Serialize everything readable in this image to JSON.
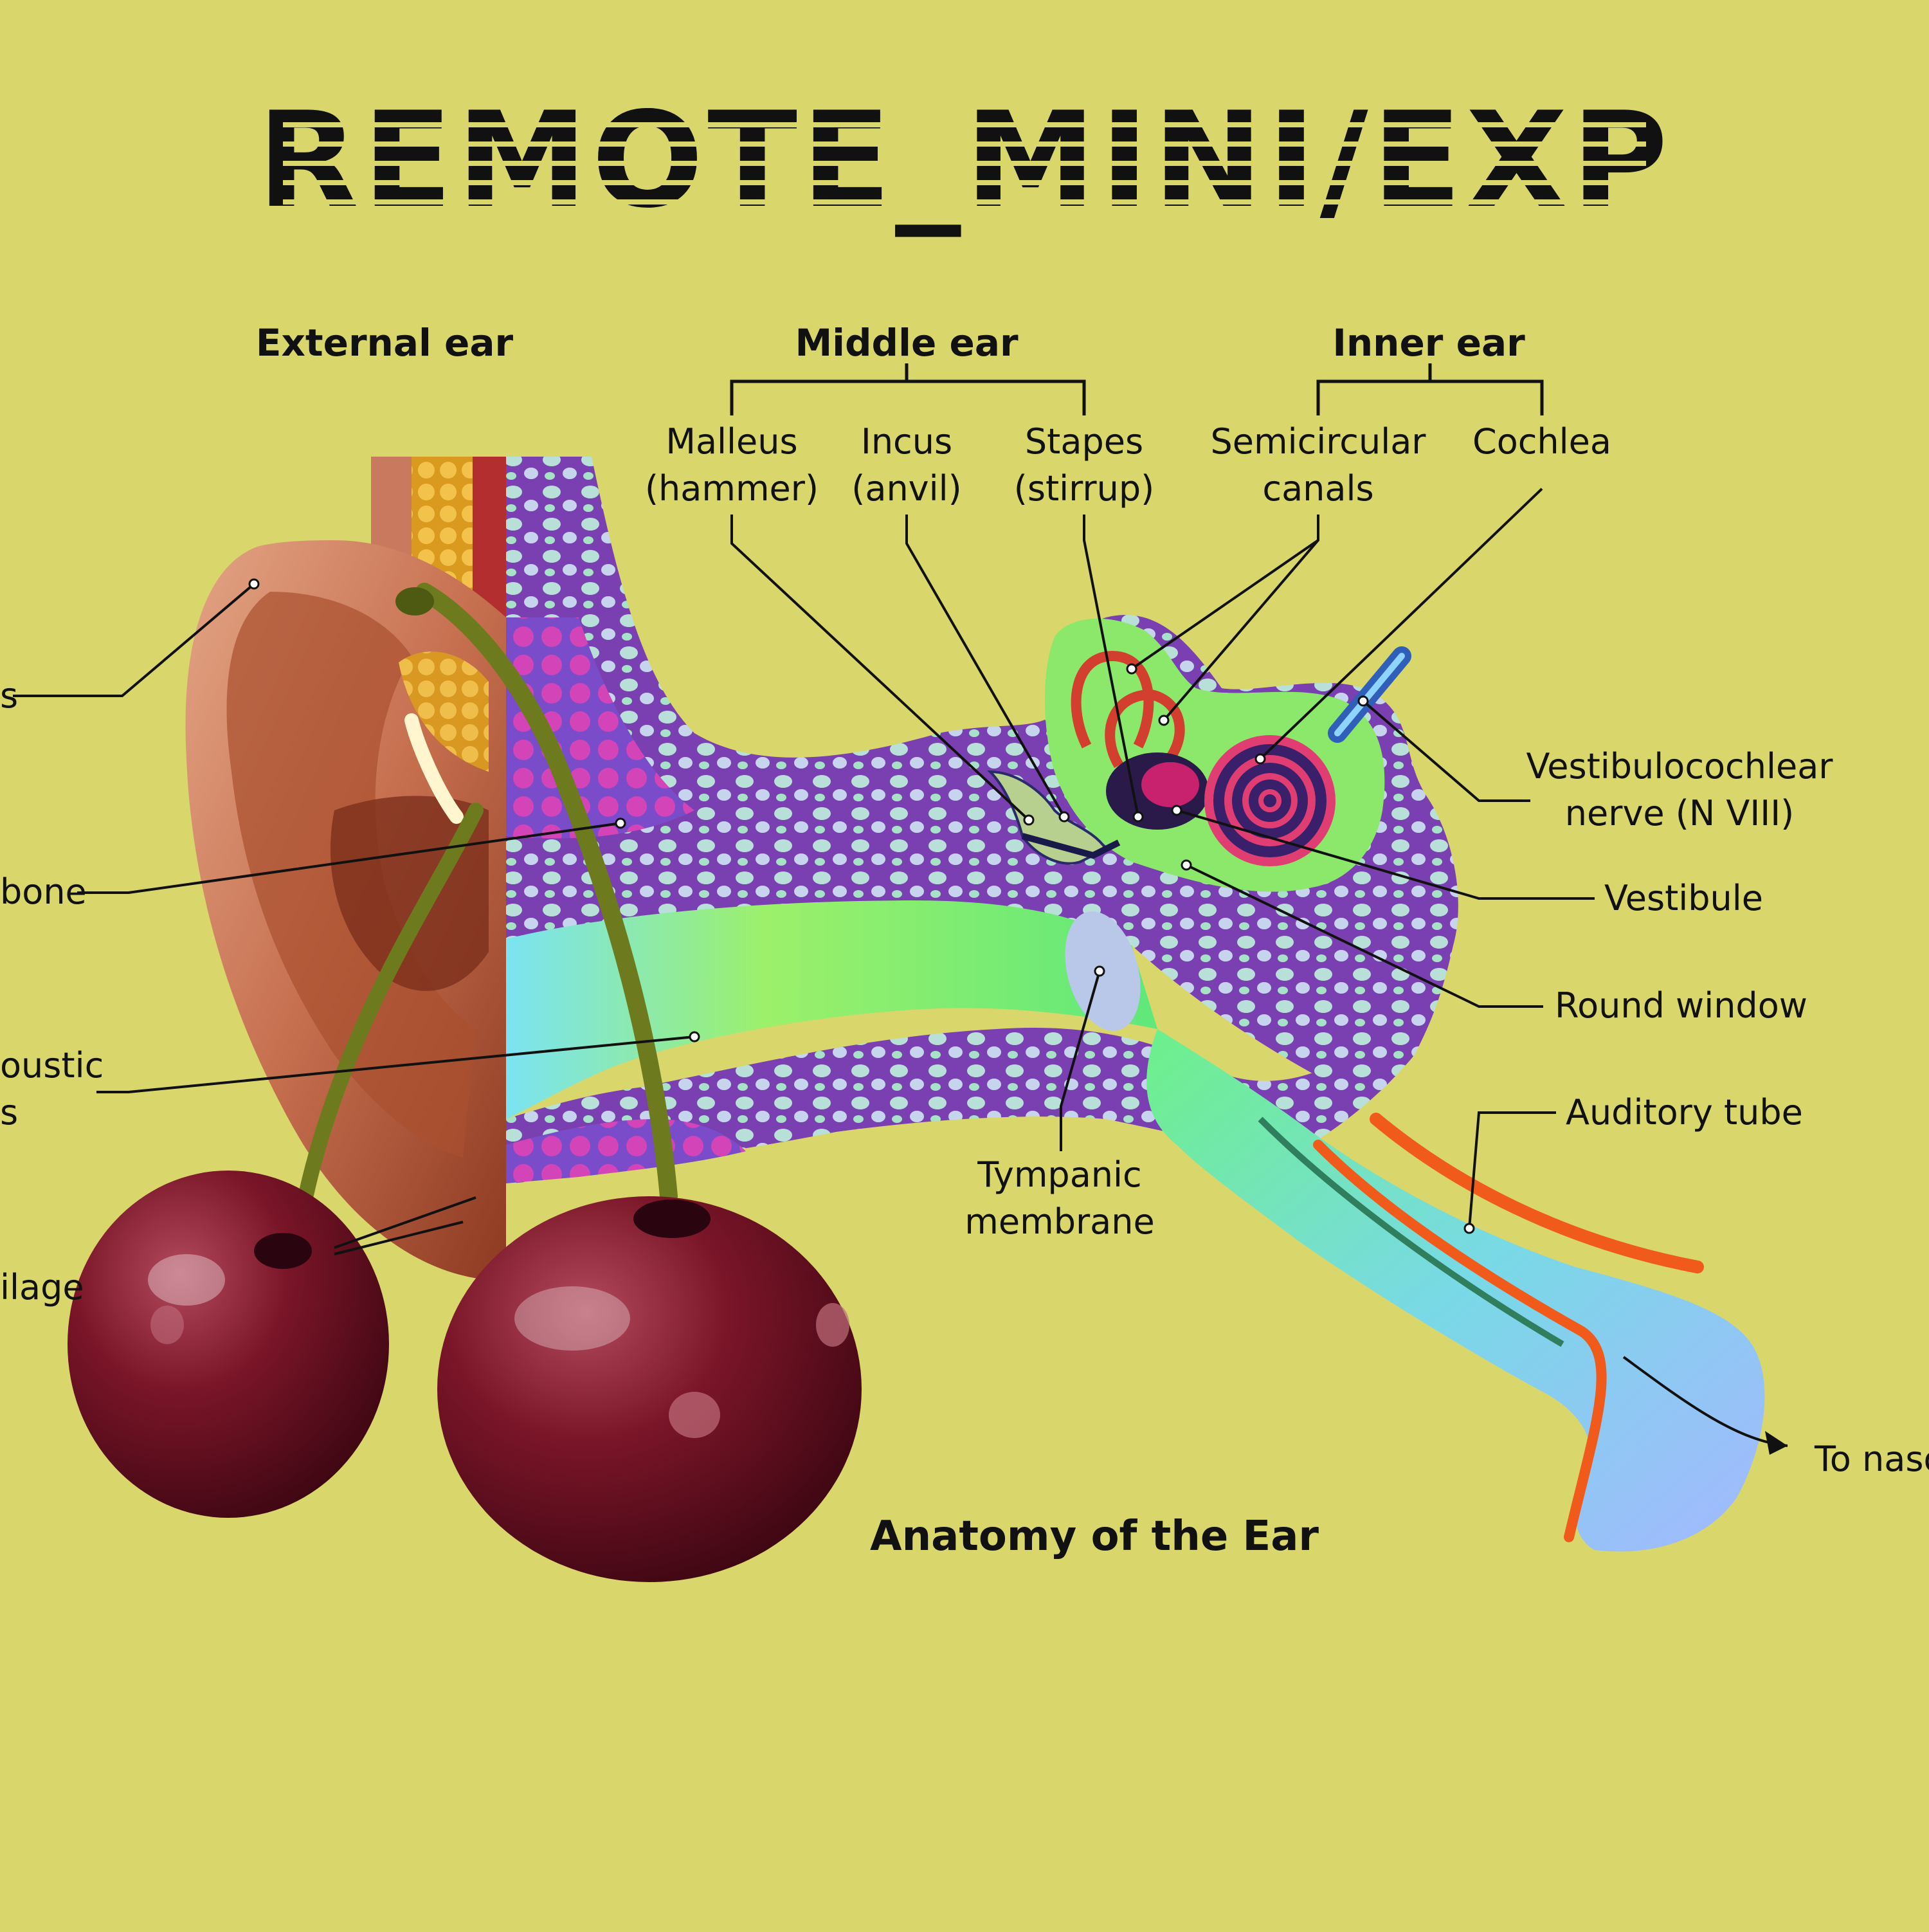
{
  "banner": {
    "text": "REMOTE_MINI/EXP"
  },
  "headers": {
    "external": "External ear",
    "middle": "Middle ear",
    "inner": "Inner ear"
  },
  "labels": {
    "malleus": [
      "Malleus",
      "(hammer)"
    ],
    "incus": [
      "Incus",
      "(anvil)"
    ],
    "stapes": [
      "Stapes",
      "(stirrup)"
    ],
    "semicircular": [
      "Semicircular",
      "canals"
    ],
    "cochlea": [
      "Cochlea"
    ],
    "vestibulocochlear": [
      "Vestibulocochlear",
      "nerve (N VIII)"
    ],
    "vestibule": [
      "Vestibule"
    ],
    "round_window": [
      "Round window"
    ],
    "auditory_tube": [
      "Auditory tube"
    ],
    "tympanic": [
      "Tympanic",
      "membrane"
    ],
    "to_nasopharynx": [
      "To naso"
    ],
    "left_partial_1": [
      "s"
    ],
    "left_partial_2": [
      "bone"
    ],
    "left_partial_3": [
      "oustic",
      "s"
    ],
    "left_partial_4": [
      "ilage"
    ]
  },
  "title": "Anatomy of the Ear",
  "colors": {
    "background": "#d9d66c",
    "bone_purple": "#7a3fb0",
    "canal_green": "#7ef062",
    "cherry": "#7d1426",
    "skin": "#c86a4a"
  }
}
